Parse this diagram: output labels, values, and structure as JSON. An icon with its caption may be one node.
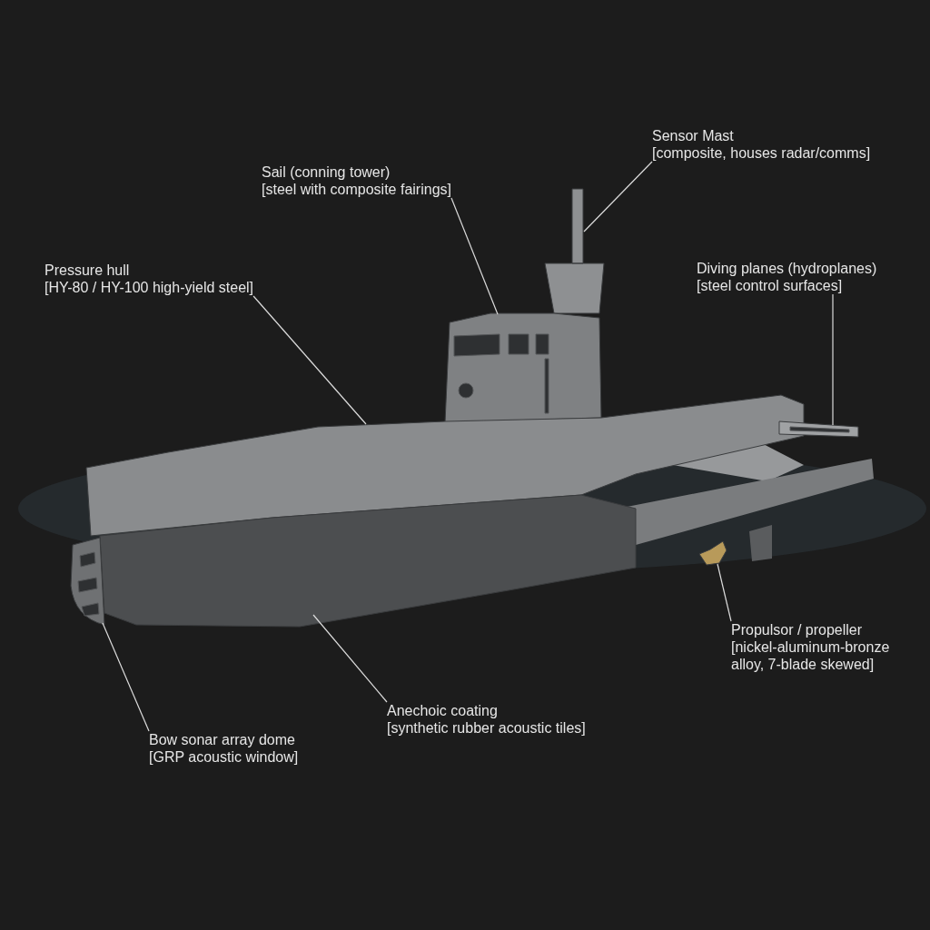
{
  "diagram": {
    "nodes": [
      {
        "text": [
          "Sensor Mast",
          "[composite, houses radar/comms]"
        ]
      },
      {
        "text": [
          "Sail (conning tower)",
          "[steel with composite fairings]"
        ]
      },
      {
        "text": [
          "Pressure hull",
          "[HY-80 / HY-100 high-yield steel]"
        ]
      },
      {
        "text": [
          "Diving planes (hydroplanes)",
          "[steel control surfaces]"
        ]
      },
      {
        "text": [
          "Propulsor / propeller",
          "[nickel-aluminum-bronze alloy, 7-blade skewed]"
        ]
      },
      {
        "text": [
          "Anechoic coating",
          "[synthetic rubber acoustic tiles]"
        ]
      },
      {
        "text": [
          "Bow sonar array dome",
          "[GRP acoustic window]"
        ]
      },
      {
        "text": [],
        "shape": "picture"
      },
      {
        "text": [],
        "shape": "picture"
      },
      {
        "text": [],
        "shape": "picture"
      },
      {
        "text": [],
        "shape": "picture"
      },
      {
        "text": [],
        "shape": "picture"
      },
      {
        "text": [],
        "shape": "picture"
      },
      {
        "text": [],
        "shape": "picture"
      }
    ],
    "edges": [
      {
        "from": 0,
        "to": 7,
        "arrow": "none"
      },
      {
        "from": 1,
        "to": 8,
        "arrow": "none"
      },
      {
        "from": 2,
        "to": 9,
        "arrow": "none"
      },
      {
        "from": 3,
        "to": 10,
        "arrow": "none"
      },
      {
        "from": 4,
        "to": 11,
        "arrow": "none"
      },
      {
        "from": 5,
        "to": 12,
        "arrow": "none"
      },
      {
        "from": 6,
        "to": 13,
        "arrow": "none"
      }
    ]
  }
}
